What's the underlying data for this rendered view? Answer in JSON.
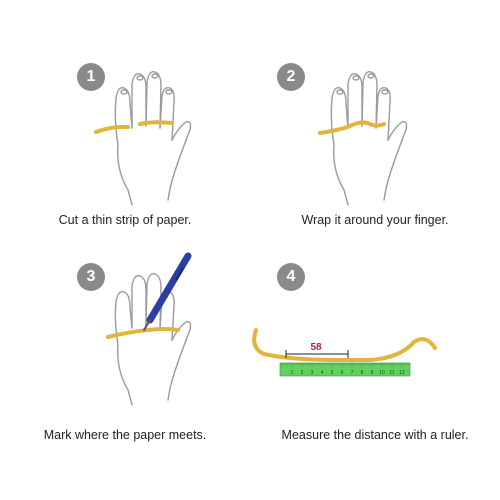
{
  "steps": [
    {
      "number": "1",
      "caption": "Cut a thin strip of paper."
    },
    {
      "number": "2",
      "caption": "Wrap it around your finger."
    },
    {
      "number": "3",
      "caption": "Mark where the paper meets."
    },
    {
      "number": "4",
      "caption": "Measure the distance with a ruler."
    }
  ],
  "measurement": {
    "value": "58",
    "ruler_numbers": [
      "1",
      "2",
      "3",
      "4",
      "5",
      "6",
      "7",
      "8",
      "9",
      "10",
      "11",
      "12"
    ]
  },
  "colors": {
    "badge": "#8a8a8a",
    "paper": "#e1b53b",
    "ruler": "#5fd15f",
    "pen": "#2a3fa0",
    "measure_text": "#b0243a"
  }
}
